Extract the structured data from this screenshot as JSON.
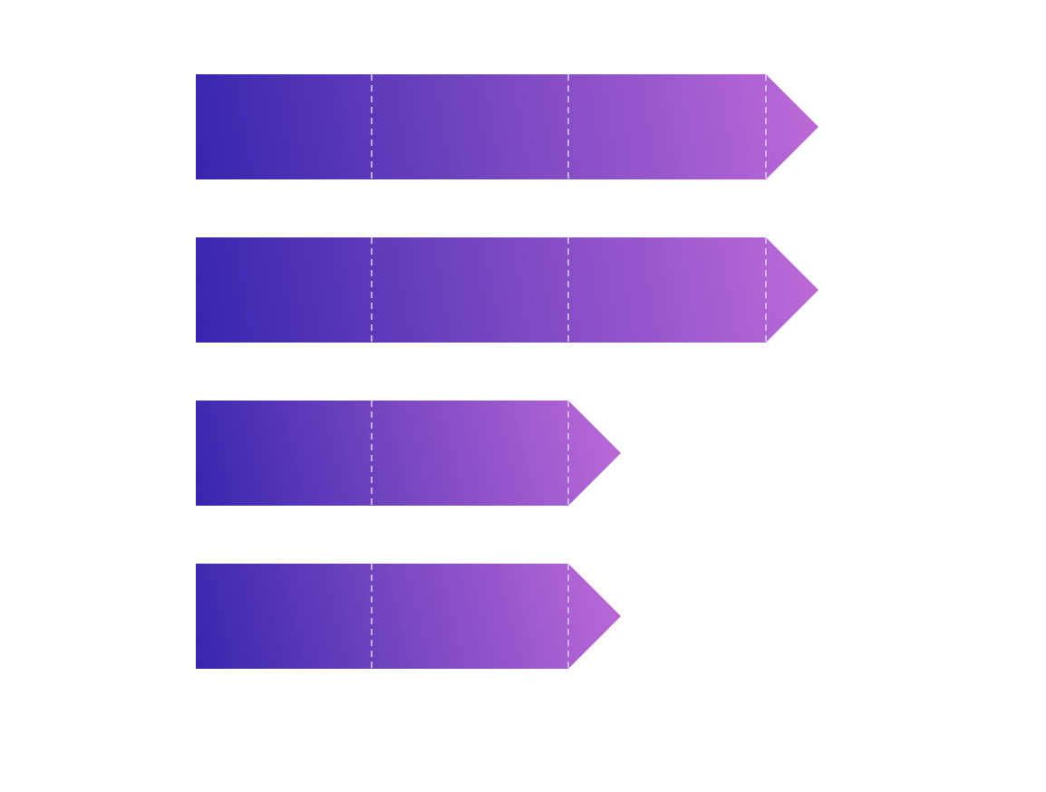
{
  "diagram": {
    "type": "segmented-arrow-rows",
    "colors": {
      "background": "#ffffff",
      "gradient_start": "#3626ad",
      "gradient_end": "#be6ad8",
      "divider": "#d9c8f2"
    },
    "rows": [
      {
        "segments": 3
      },
      {
        "segments": 3
      },
      {
        "segments": 2
      },
      {
        "segments": 2
      }
    ]
  }
}
